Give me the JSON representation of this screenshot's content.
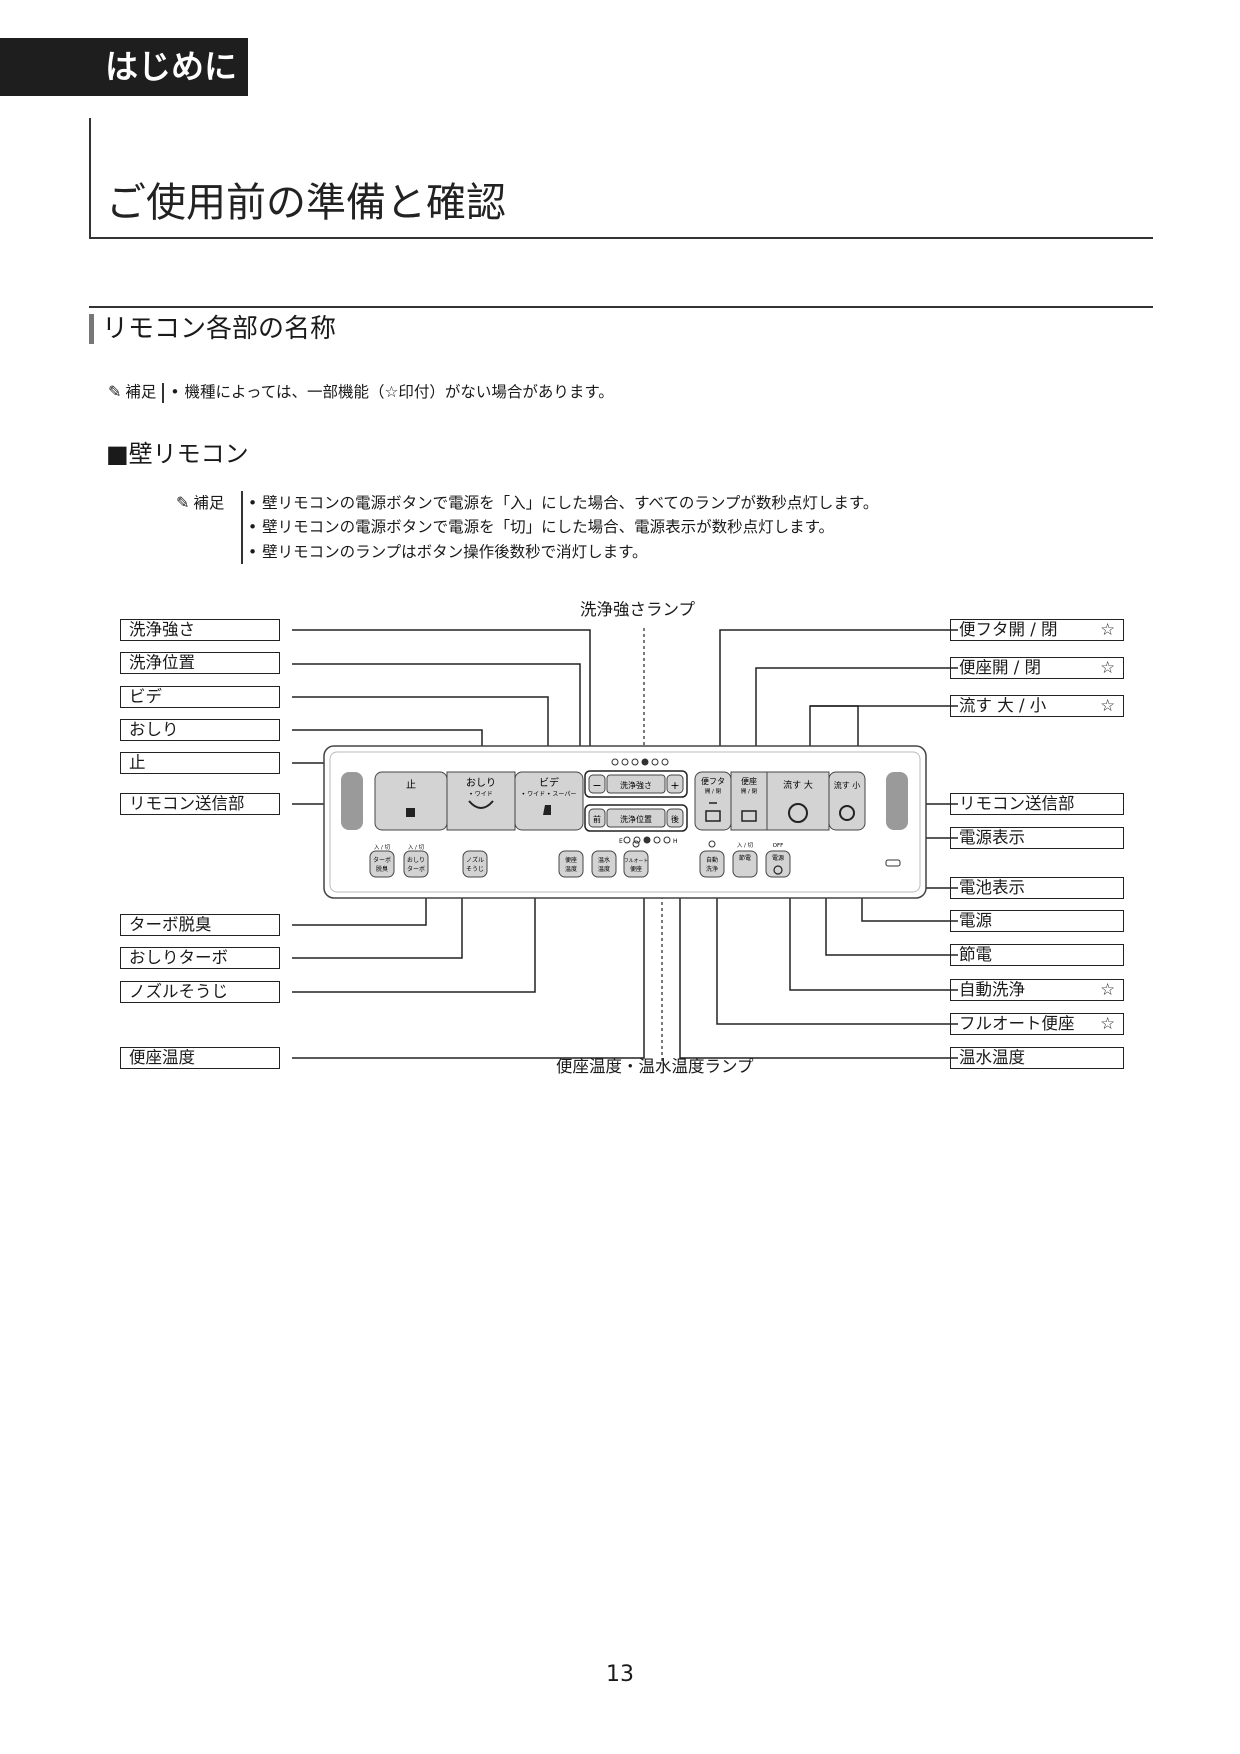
{
  "section_tab": "はじめに",
  "page_title": "ご使用前の準備と確認",
  "subsection_title": "リモコン各部の名称",
  "note_label": "補足",
  "note_top": "• 機種によっては、一部機能（☆印付）がない場合があります。",
  "wall_remote_heading": "■壁リモコン",
  "notes_wall": [
    "• 壁リモコンの電源ボタンで電源を「入」にした場合、すべてのランプが数秒点灯します。",
    "• 壁リモコンの電源ボタンで電源を「切」にした場合、電源表示が数秒点灯します。",
    "• 壁リモコンのランプはボタン操作後数秒で消灯します。"
  ],
  "captions": {
    "top": "洗浄強さランプ",
    "bottom": "便座温度・温水温度ランプ"
  },
  "left_labels": [
    "洗浄強さ",
    "洗浄位置",
    "ビデ",
    "おしり",
    "止",
    "リモコン送信部",
    "ターボ脱臭",
    "おしりターボ",
    "ノズルそうじ",
    "便座温度"
  ],
  "right_labels": [
    {
      "text": "便フタ開 / 閉",
      "star": "☆"
    },
    {
      "text": "便座開 / 閉",
      "star": "☆"
    },
    {
      "text": "流す 大 / 小",
      "star": "☆"
    },
    {
      "text": "リモコン送信部",
      "star": ""
    },
    {
      "text": "電源表示",
      "star": ""
    },
    {
      "text": "電池表示",
      "star": ""
    },
    {
      "text": "電源",
      "star": ""
    },
    {
      "text": "節電",
      "star": ""
    },
    {
      "text": "自動洗浄",
      "star": "☆"
    },
    {
      "text": "フルオート便座",
      "star": "☆"
    },
    {
      "text": "温水温度",
      "star": ""
    }
  ],
  "remote": {
    "stop": "止",
    "oshiri": "おしり",
    "oshiri_sub": "• ワイド",
    "bidet": "ビデ",
    "bidet_sub": "• ワイド • スーパー",
    "minus": "−",
    "plus": "+",
    "strength": "洗浄強さ",
    "front": "前",
    "position": "洗浄位置",
    "back": "後",
    "lid": "便フタ",
    "lid_sub": "開 / 閉",
    "seat": "便座",
    "seat_sub": "開 / 閉",
    "flush_big": "流す 大",
    "flush_small": "流す 小",
    "on_off": "入 / 切",
    "off": "OFF",
    "turbo_deodor": [
      "ターボ",
      "脱臭"
    ],
    "oshiri_turbo": [
      "おしり",
      "ターボ"
    ],
    "nozzle": [
      "ノズル",
      "そうじ"
    ],
    "seat_temp": [
      "便座",
      "温度"
    ],
    "water_temp": [
      "温水",
      "温度"
    ],
    "full_auto": [
      "フルオート",
      "便座"
    ],
    "auto_flush": [
      "自動",
      "洗浄"
    ],
    "eco": "節電",
    "power": "電源",
    "lamp_e": "E",
    "lamp_h": "H"
  },
  "page_number": "13",
  "colors": {
    "tab_bg": "#1e1e1e",
    "remote_button": "#cfcfcf",
    "sensor": "#9a9a9a"
  }
}
